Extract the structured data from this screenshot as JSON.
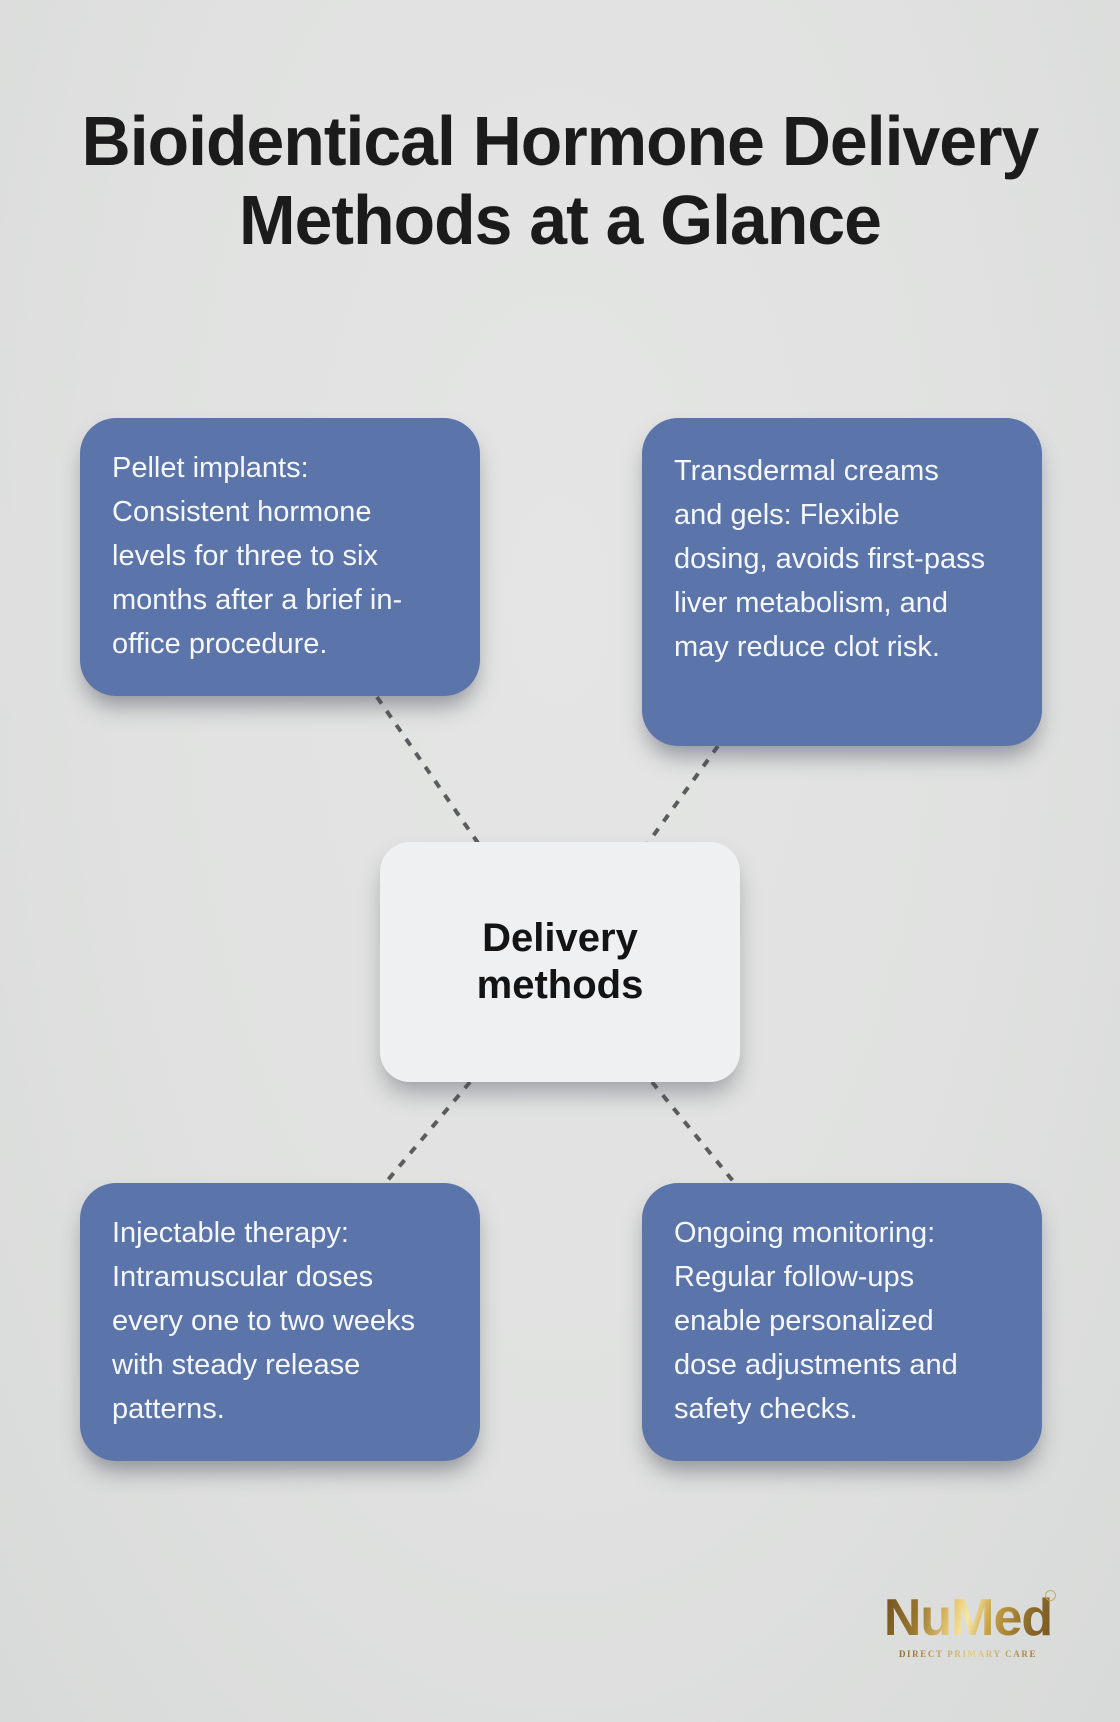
{
  "title": {
    "line1": "Bioidentical Hormone Delivery",
    "line2": "Methods at a Glance"
  },
  "center_node": {
    "label": "Delivery methods"
  },
  "cards": [
    {
      "name": "pellet-implants",
      "position": "top-left",
      "text": "Pellet implants: Consistent hormone levels for three to six months after a brief in-office procedure."
    },
    {
      "name": "transdermal-creams-gels",
      "position": "top-right",
      "text": "Transdermal creams and gels: Flexible dosing, avoids first-pass liver metabolism, and may reduce clot risk."
    },
    {
      "name": "injectable-therapy",
      "position": "bottom-left",
      "text": "Injectable therapy: Intramuscular doses every one to two weeks with steady release patterns."
    },
    {
      "name": "ongoing-monitoring",
      "position": "bottom-right",
      "text": "Ongoing monitoring: Regular follow-ups enable personalized dose adjustments and safety checks."
    }
  ],
  "footer_logo": {
    "brand": "NuMed",
    "tagline": "DIRECT PRIMARY CARE"
  },
  "colors": {
    "background": "#e0e1e0",
    "card_blue": "#5b74a9",
    "card_text": "#f5f7fa",
    "center_node_bg": "#eff0f2",
    "title_text": "#1b1b1b",
    "connector_gray": "#5a5c5e",
    "logo_gold": "#b08b3e"
  }
}
